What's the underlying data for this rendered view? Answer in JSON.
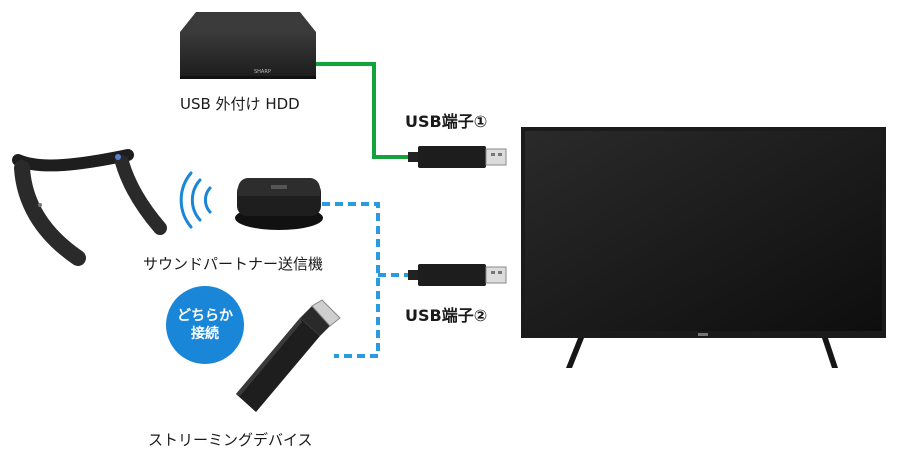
{
  "labels": {
    "hdd": "USB 外付け HDD",
    "usb1": "USB端子①",
    "usb2": "USB端子②",
    "sound_partner": "サウンドパートナー送信機",
    "streaming": "ストリーミングデバイス"
  },
  "badge": {
    "line1": "どちらか",
    "line2": "接続"
  },
  "hdd_brand": "SHARP",
  "colors": {
    "green_cable": "#13a33a",
    "blue_dotted": "#2b9be0",
    "badge": "#1a86d8",
    "tv_frame": "#1b1b1b",
    "device_body": "#242424"
  },
  "icons": [
    "hdd-icon",
    "neck-speaker-icon",
    "wireless-signal-icon",
    "transmitter-icon",
    "streaming-stick-icon",
    "usb-plug-icon",
    "tv-icon"
  ]
}
